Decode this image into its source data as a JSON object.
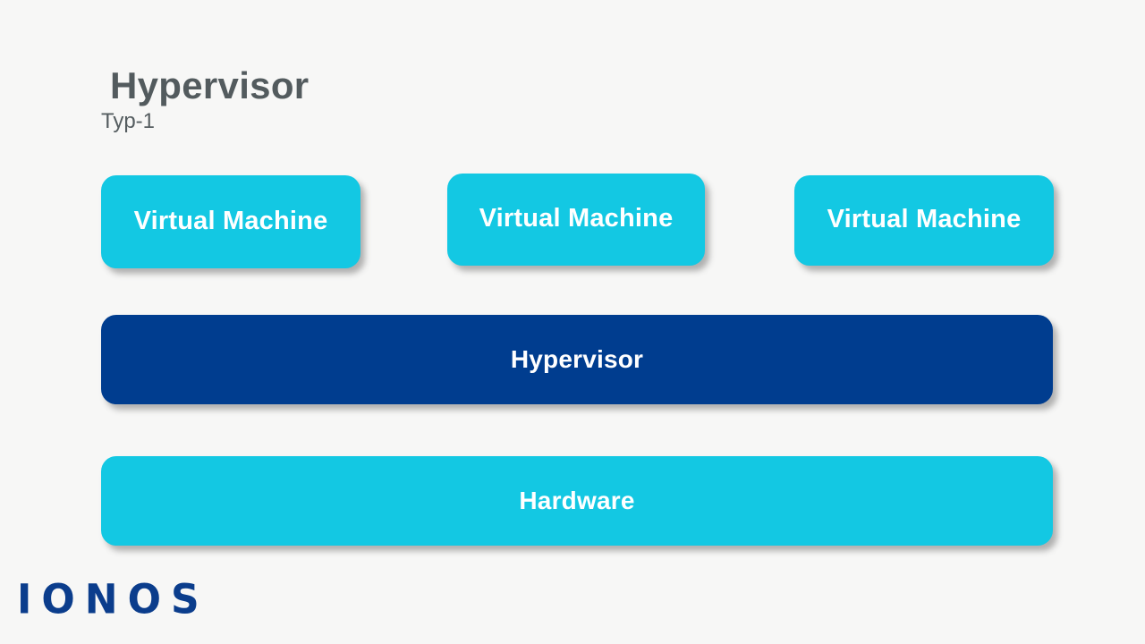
{
  "slide": {
    "background_color": "#f7f7f6",
    "title": "Hypervisor",
    "subtitle": "Typ-1"
  },
  "colors": {
    "cyan": "#13c8e3",
    "navy": "#003d8f",
    "title_text": "#535b5e",
    "box_text": "#ffffff",
    "logo": "#0b3d8c"
  },
  "diagram": {
    "vm_row": [
      {
        "label": "Virtual Machine",
        "color": "#13c8e3"
      },
      {
        "label": "Virtual Machine",
        "color": "#13c8e3"
      },
      {
        "label": "Virtual Machine",
        "color": "#13c8e3"
      }
    ],
    "hypervisor": {
      "label": "Hypervisor",
      "color": "#003d8f"
    },
    "hardware": {
      "label": "Hardware",
      "color": "#13c8e3"
    }
  },
  "branding": {
    "logo_text": "IONOS"
  }
}
